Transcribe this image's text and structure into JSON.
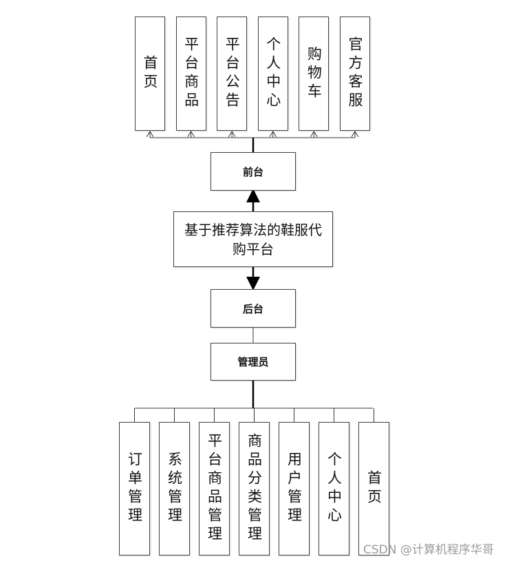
{
  "diagram": {
    "root": "基于推荐算法的鞋服代购平台",
    "frontend": {
      "label": "前台",
      "modules": [
        "首页",
        "平台商品",
        "平台公告",
        "个人中心",
        "购物车",
        "官方客服"
      ]
    },
    "backend": {
      "label": "后台",
      "role": "管理员",
      "modules": [
        "订单管理",
        "系统管理",
        "平台商品管理",
        "商品分类管理",
        "用户管理",
        "个人中心",
        "首页"
      ]
    }
  },
  "watermark": "CSDN @计算机程序华哥"
}
